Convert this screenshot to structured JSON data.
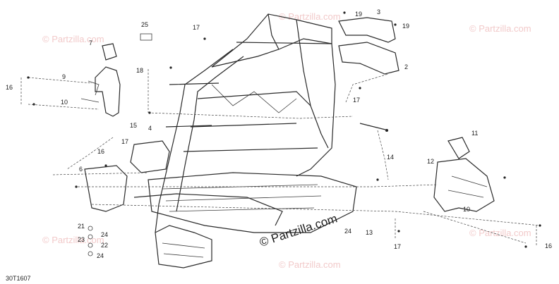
{
  "diagram": {
    "code": "30T1607",
    "watermark_main": "© Partzilla.com",
    "watermark_repeat": "© Partzilla.com",
    "callouts": {
      "c25": "25",
      "c17a": "17",
      "c3": "3",
      "c19": "19",
      "c19b": "19",
      "c7": "7",
      "c2": "2",
      "c18": "18",
      "c16a": "16",
      "c9": "9",
      "c10": "10",
      "c17b": "17",
      "c15": "15",
      "c4": "4",
      "c17c": "17",
      "c16b": "16",
      "c6": "6",
      "c14": "14",
      "c11": "11",
      "c12": "12",
      "c10b": "10",
      "c13": "13",
      "c17d": "17",
      "c16c": "16",
      "c21": "21",
      "c23": "23",
      "c24a": "24",
      "c22": "22",
      "c24b": "24",
      "c24c": "24"
    }
  }
}
